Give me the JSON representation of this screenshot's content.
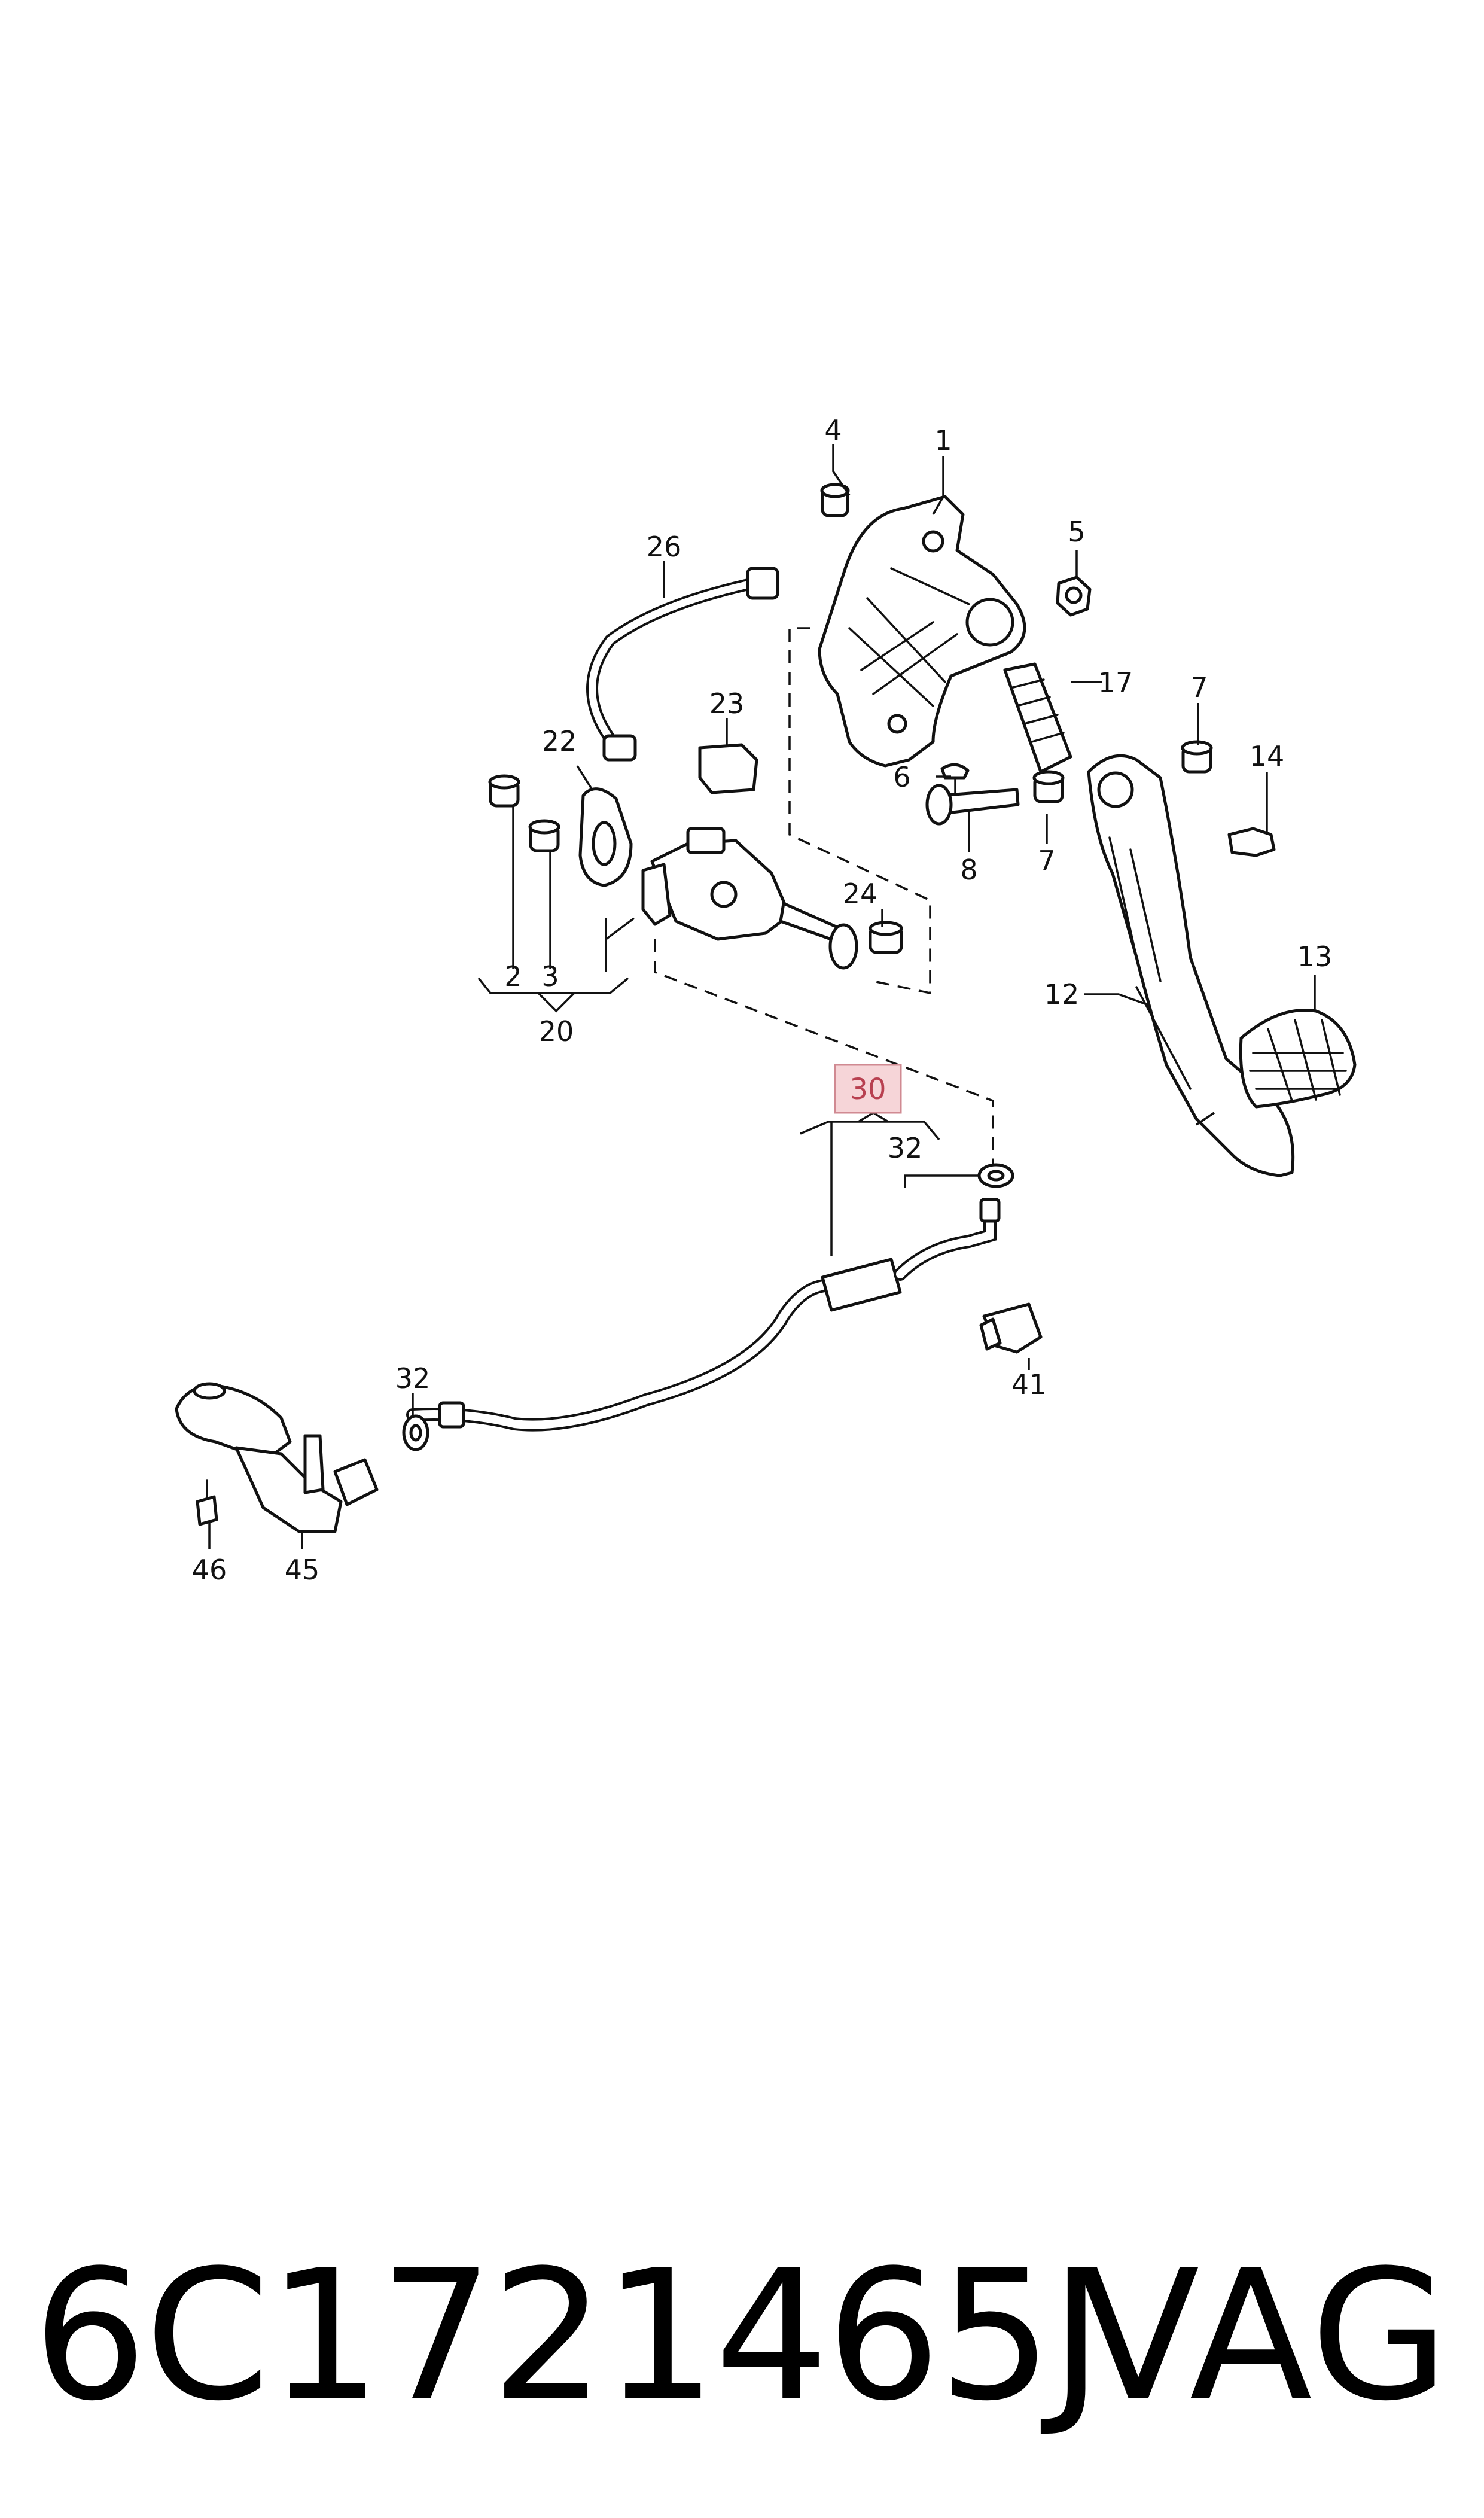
{
  "callouts": {
    "c1": "1",
    "c2": "2",
    "c3": "3",
    "c4": "4",
    "c5": "5",
    "c6": "6",
    "c7a": "7",
    "c7b": "7",
    "c8": "8",
    "c12": "12",
    "c13": "13",
    "c14": "14",
    "c17": "17",
    "c20": "20",
    "c22": "22",
    "c23": "23",
    "c24": "24",
    "c26": "26",
    "c30": "30",
    "c32a": "32",
    "c32b": "32",
    "c41": "41",
    "c45": "45",
    "c46": "46"
  },
  "footer": {
    "part_number": "6C1721465J",
    "brand": "VAG"
  },
  "colors": {
    "line": "#111111",
    "highlight_fill": "#f6d5d8",
    "highlight_stroke": "#d08a92",
    "highlight_text": "#b84050"
  }
}
